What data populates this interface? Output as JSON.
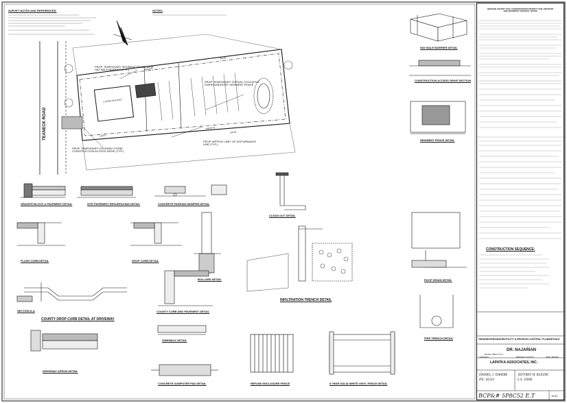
{
  "notes_headers": {
    "survey": "SURVEY NOTES AND REFERENCES:",
    "notes": "NOTES:",
    "county": "BERGEN COUNTY SOIL CONSERVATION DISTRICT SOIL EROSION AND SEDIMENT CONTROL NOTES",
    "sequence": "CONSTRUCTION SEQUENCE:"
  },
  "site_plan": {
    "road": "TEANECK ROAD",
    "labels": {
      "sediment_fence": "PROP. TEMPORARY SEDIMENT FENCE &/OR HAY BALE BARRIER (TYP.)",
      "topsoil": "PROP. TEMPORARY TOPSOIL STOCKPILE SURROUNDED BY SEDIMENT FENCE",
      "limit": "PROP. APPROX LIMIT OF DISTURBANCE LINE (TYP.)",
      "crushed_stone": "PROP. TEMPORARY CRUSHED STONE CONSTRUCTION ACCESS DRIVE (TYP.)",
      "building": "2 STORY BUILDING",
      "bearing_top": "N86'25\"E",
      "bearing_bot": "N86'25\"W",
      "dist_top": "200.00'",
      "dist_bot": "200.00'",
      "dist_front": "110.64'"
    }
  },
  "details": {
    "granite_block": "GRANITE BLOCK & PAVEMENT DETAIL",
    "site_pavement": "SITE PAVEMENT RESURFACING DETAIL",
    "parking_bumper": "CONCRETE PARKING BUMPER DETAIL",
    "flush_curb": "FLUSH CURB DETAIL",
    "drop_curb": "DROP CURB DETAIL",
    "bollard": "BOLLARD DETAIL",
    "clean_out": "CLEAN OUT DETAIL",
    "infiltration": "INFILTRATION TRENCH DETAIL",
    "county_drop_curb": "COUNTY DROP CURB DETAIL AT DRIVEWAY",
    "section_aa": "SECTION A-A",
    "county_curb": "COUNTY CURB AND PAVEMENT DETAIL",
    "sidewalk": "SIDEWALK DETAIL",
    "driveway_apron": "DRIVEWAY APRON DETAIL",
    "dumpster_pad": "CONCRETE DUMPSTER PAD DETAIL",
    "refuse_fence": "REFUSE ENCLOSURE FENCE",
    "vinyl_fence": "6' HIGH SOLID WHITE VINYL FENCE DETAIL",
    "hay_bale": "HAY BALE BARRIER DETAIL",
    "access_drive": "CONSTRUCTION ACCESS DRIVE SECTION",
    "sediment_fence": "SEDIMENT FENCE DETAIL",
    "roof_drain": "ROOF DRAIN DETAIL",
    "pipe_trench": "PIPE TRENCH DETAIL"
  },
  "title_block": {
    "sheet_title": "GRADING/DRAINAGE/UTILITY & EROSION CONTROL PLAN/DETAILS",
    "client": "DR. NAJARIAN",
    "firm": "LAPATKA ASSOCIATES, INC.",
    "engineer_left": "DANIEL J. DAHIRE",
    "engineer_left_pe": "P.E. 42254",
    "engineer_right": "JEFFREY H. KLEINE",
    "engineer_right_ls": "L.S. 35846",
    "block_lot": "BLOCK 3802  LOT 5",
    "town": "TEANECK",
    "county": "BERGEN COUNTY",
    "state": "NEW JERSEY",
    "sheet_no": "10/11",
    "handwritten": "BCP&# 5P8C52 E.T"
  },
  "sequence_items": [
    "1.",
    "2.",
    "3.",
    "4.",
    "5.",
    "6.",
    "7.",
    "8.",
    "9.",
    "10.",
    "11.",
    "12.",
    "13.",
    "14."
  ]
}
